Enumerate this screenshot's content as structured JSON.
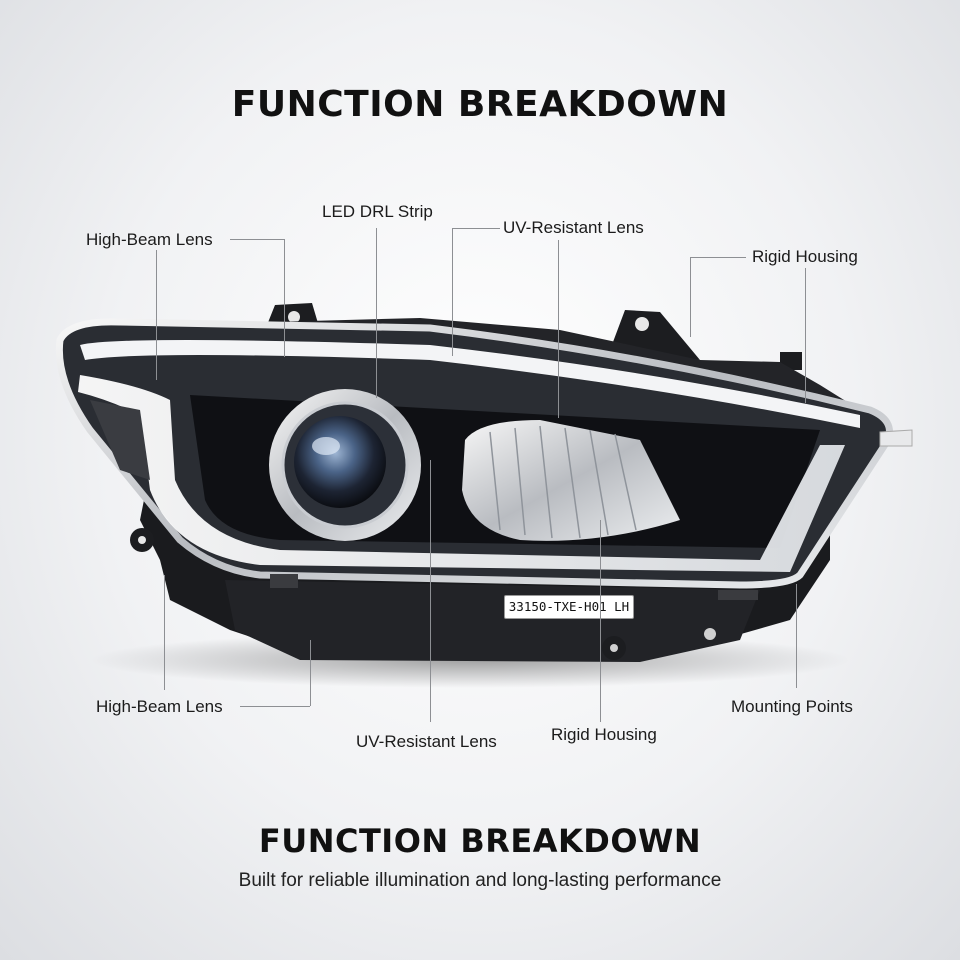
{
  "header": {
    "title": "FUNCTION BREAKDOWN"
  },
  "callouts": {
    "top_left": "High-Beam Lens",
    "top_drl": "LED DRL Strip",
    "top_uv": "UV-Resistant Lens",
    "top_right": "Rigid Housing",
    "bottom_left": "High-Beam Lens",
    "bottom_uv": "UV-Resistant Lens",
    "bottom_housing": "Rigid Housing",
    "bottom_right": "Mounting Points"
  },
  "product": {
    "part_number": "33150-TXE-H01 LH"
  },
  "footer": {
    "title": "FUNCTION BREAKDOWN",
    "subtitle": "Built for reliable illumination and long-lasting performance"
  },
  "colors": {
    "background": "#f1f2f4",
    "text": "#111111",
    "leader_line": "#8d8f93",
    "housing": "#1a1b1e"
  }
}
